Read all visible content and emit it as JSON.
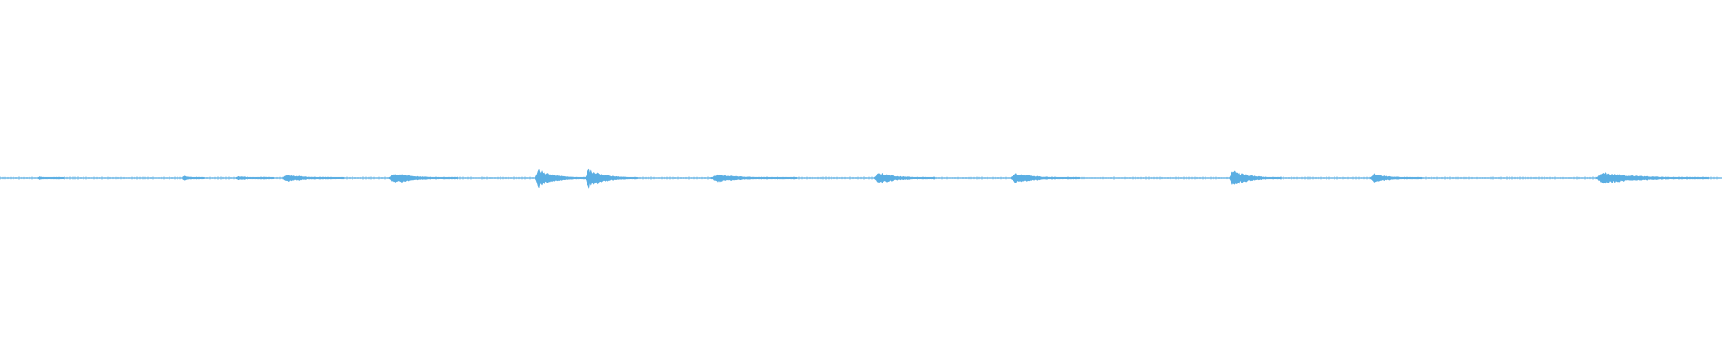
{
  "waveform": {
    "color": "#5aaee3",
    "background": "#ffffff",
    "bursts": [
      {
        "start": 0.022,
        "length": 0.015,
        "level": 0.12
      },
      {
        "start": 0.106,
        "length": 0.013,
        "level": 0.18
      },
      {
        "start": 0.137,
        "length": 0.022,
        "level": 0.16
      },
      {
        "start": 0.164,
        "length": 0.036,
        "level": 0.32
      },
      {
        "start": 0.226,
        "length": 0.04,
        "level": 0.45
      },
      {
        "start": 0.311,
        "length": 0.03,
        "level": 0.75
      },
      {
        "start": 0.34,
        "length": 0.03,
        "level": 0.8
      },
      {
        "start": 0.413,
        "length": 0.05,
        "level": 0.32
      },
      {
        "start": 0.508,
        "length": 0.035,
        "level": 0.5
      },
      {
        "start": 0.587,
        "length": 0.04,
        "level": 0.42
      },
      {
        "start": 0.714,
        "length": 0.03,
        "level": 0.7
      },
      {
        "start": 0.796,
        "length": 0.03,
        "level": 0.4
      },
      {
        "start": 0.927,
        "length": 0.065,
        "level": 0.5
      }
    ]
  }
}
